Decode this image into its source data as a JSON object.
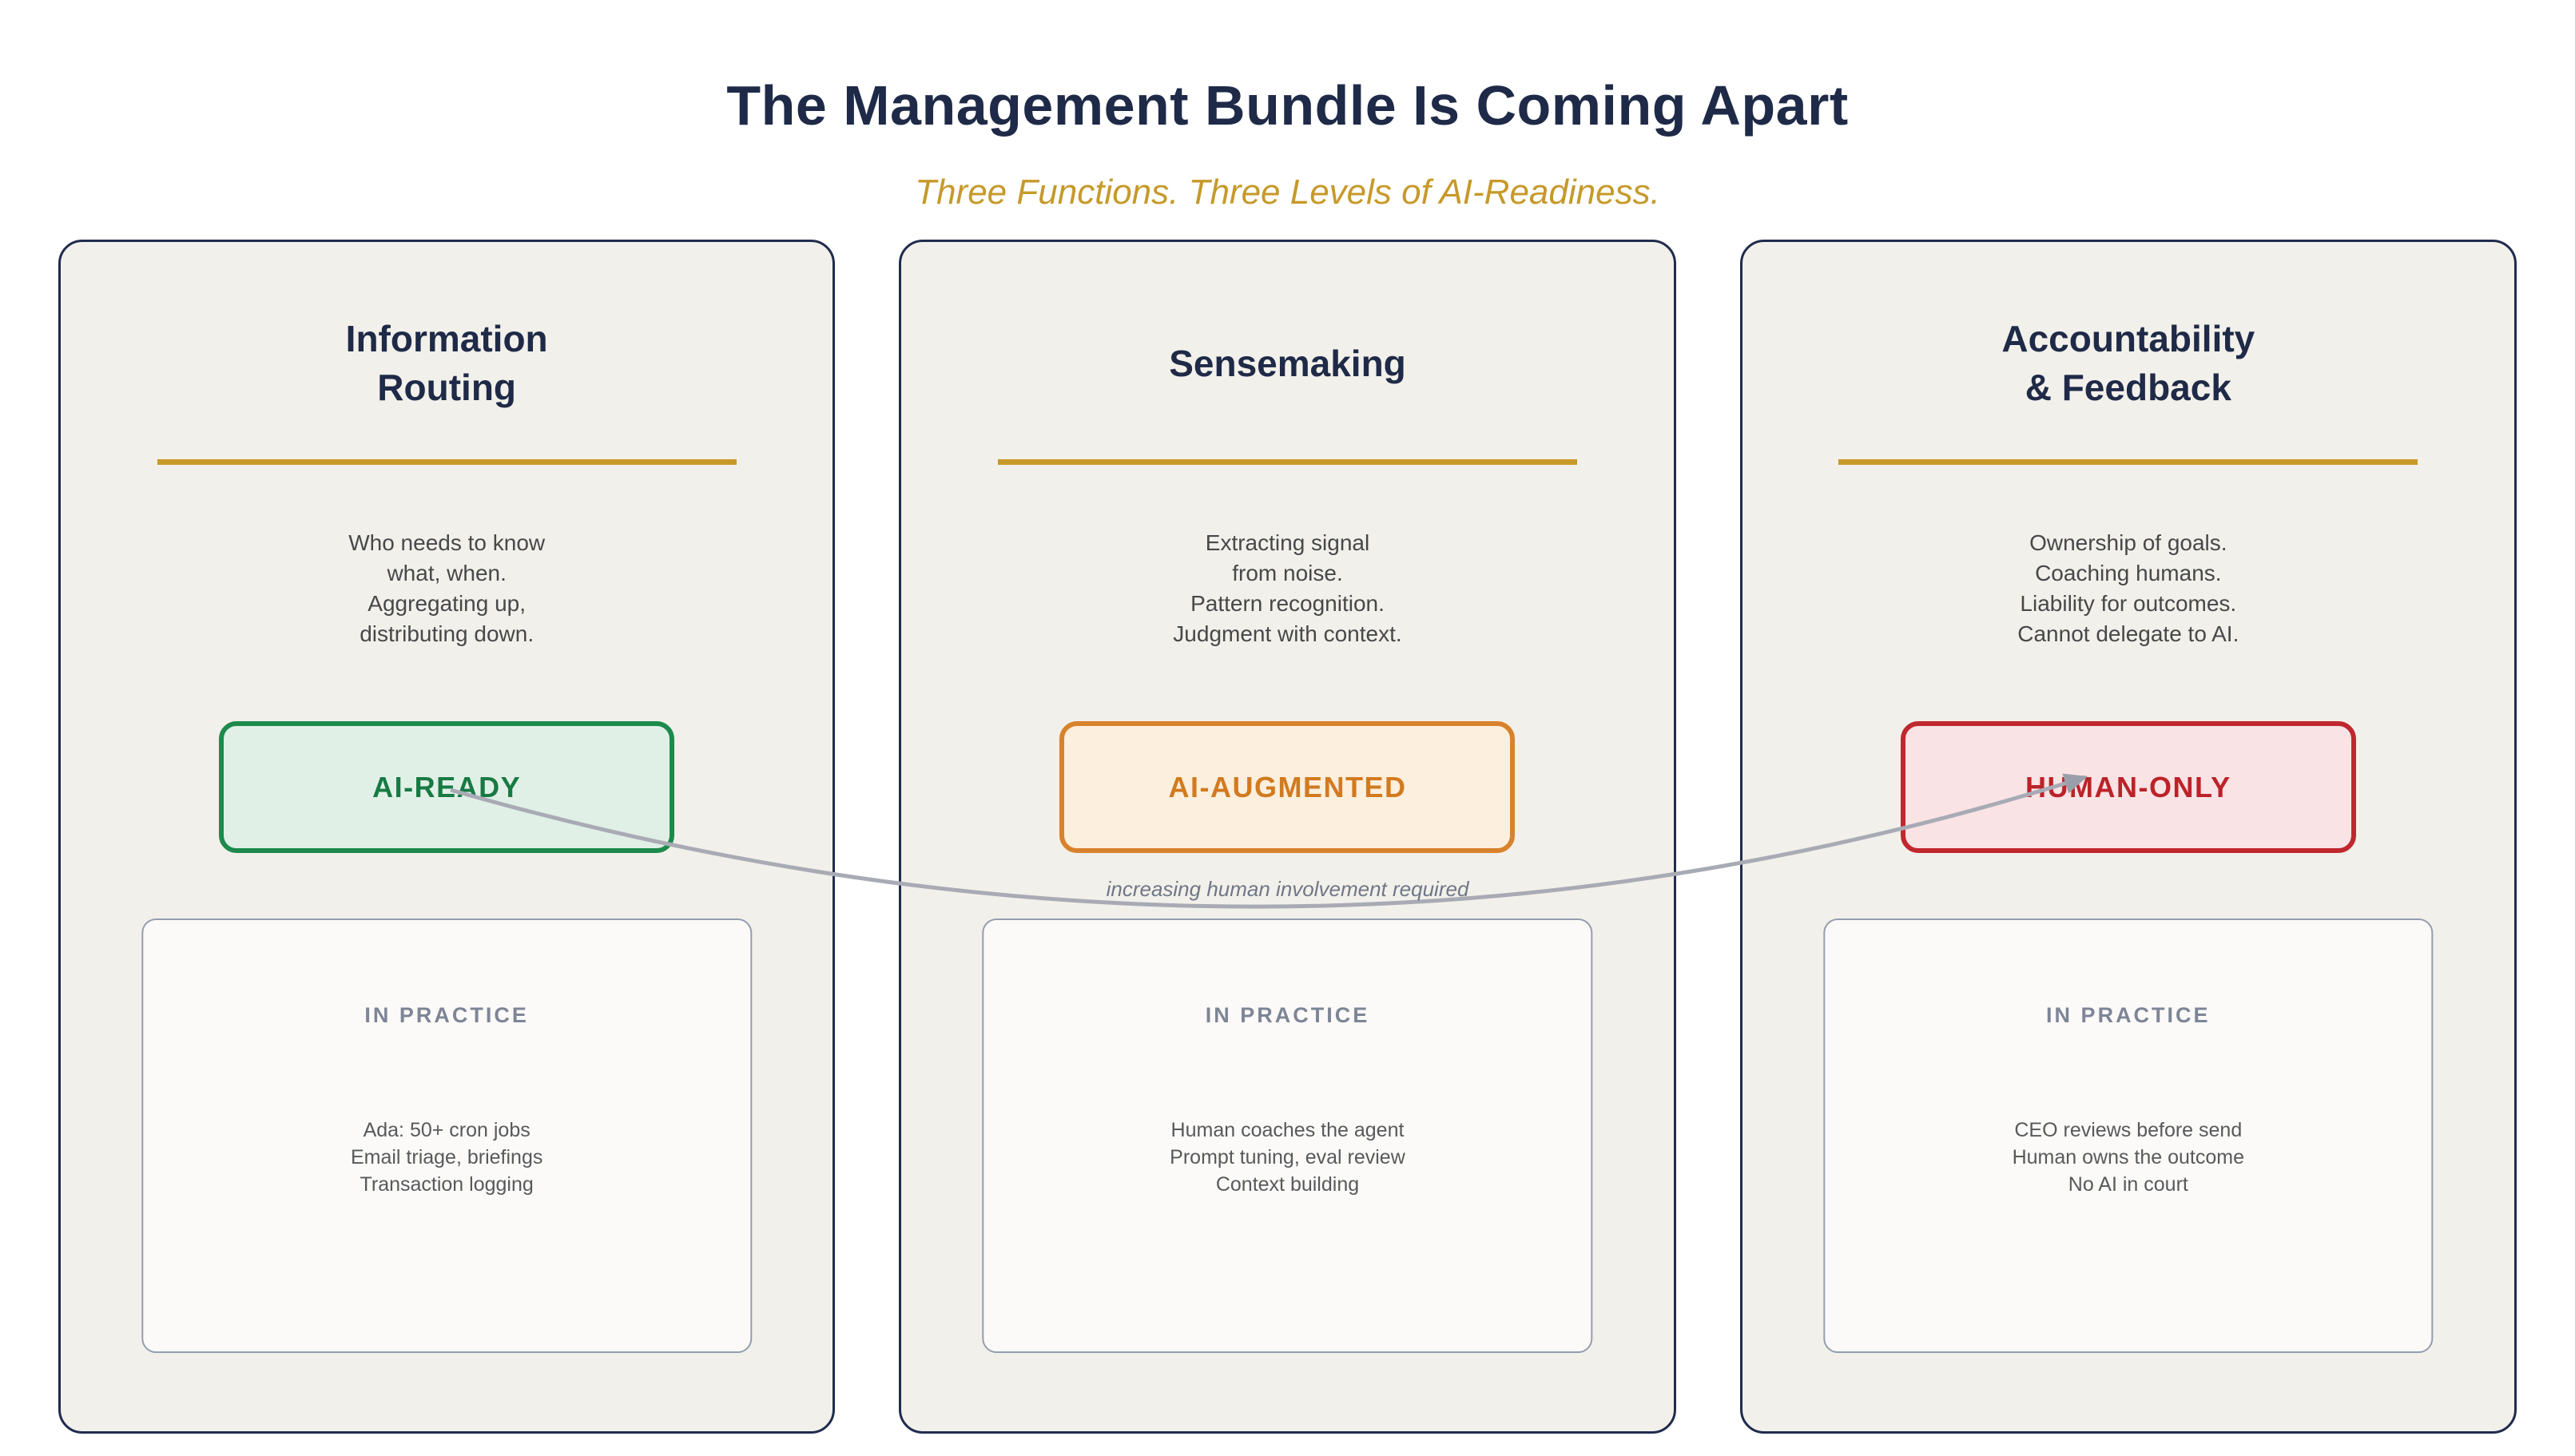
{
  "header": {
    "title": "The Management Bundle Is Coming Apart",
    "subtitle": "Three Functions. Three Levels of AI-Readiness."
  },
  "connector": {
    "label": "increasing human involvement required"
  },
  "cards": [
    {
      "title": "Information\nRouting",
      "description": "Who needs to know\nwhat, when.\nAggregating up,\ndistributing down.",
      "badge": {
        "label": "AI-READY",
        "level": "ai-ready",
        "border": "#1d8a4c",
        "fill": "#e1f0e7",
        "text": "#187a43"
      },
      "practice": {
        "label": "IN PRACTICE",
        "items": "Ada: 50+ cron jobs\nEmail triage, briefings\nTransaction logging"
      }
    },
    {
      "title": "Sensemaking",
      "description": "Extracting signal\nfrom noise.\nPattern recognition.\nJudgment with context.",
      "badge": {
        "label": "AI-AUGMENTED",
        "level": "ai-augmented",
        "border": "#d8822c",
        "fill": "#fcefdd",
        "text": "#d27a20"
      },
      "practice": {
        "label": "IN PRACTICE",
        "items": "Human coaches the agent\nPrompt tuning, eval review\nContext building"
      }
    },
    {
      "title": "Accountability\n& Feedback",
      "description": "Ownership of goals.\nCoaching humans.\nLiability for outcomes.\nCannot delegate to AI.",
      "badge": {
        "label": "HUMAN-ONLY",
        "level": "human-only",
        "border": "#bf282e",
        "fill": "#fae3e5",
        "text": "#bb2329"
      },
      "practice": {
        "label": "IN PRACTICE",
        "items": "CEO reviews before send\nHuman owns the outcome\nNo AI in court"
      }
    }
  ],
  "colors": {
    "page_background": "#ffffff",
    "card_background": "#f2f0ea",
    "card_border_navy": "#202c4d",
    "heading_navy": "#1e2a47",
    "accent_gold": "#c6992a",
    "description_gray": "#464849",
    "practice_panel_background": "#fbfaf8",
    "practice_panel_border": "#949db0",
    "practice_label_gray": "#7d8596",
    "practice_body_gray": "#58595b",
    "curve_gray": "#a8abb5",
    "curve_label_gray": "#6f7787"
  }
}
